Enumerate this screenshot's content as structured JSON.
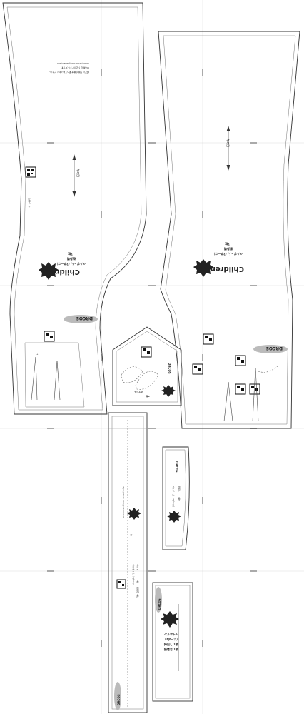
{
  "pieces": {
    "back_pants": {
      "brand": "Childrens",
      "size": "120",
      "name": "ベルボトム（2ダーツ）",
      "part": "後身頃",
      "count": "2枚",
      "grain": "布の目",
      "logo": "DRCOS",
      "note_lines": [
        "補正は 型紙の端を使ってお入れください。",
        "中心線は下記のアドレスです。",
        "https://drcos.com/pattern/120"
      ]
    },
    "front_pants": {
      "brand": "Childrens",
      "size": "120",
      "name": "ベルボトム（2ダーツ）",
      "part": "前身頃",
      "count": "2枚",
      "grain": "布の目",
      "logo": "DRCOS"
    },
    "pocket": {
      "name": "ポケット",
      "count": "2枚",
      "logo": "DRCOS",
      "size": "120"
    },
    "belt": {
      "name": "ベルボトム（2ダーツ）",
      "part": "ベルト",
      "count": "1枚",
      "interlining": "接着芯 1枚",
      "logo": "DRCOS",
      "size": "120",
      "fold": "わ",
      "url": "https://drcos.com/pattern/120"
    },
    "facing": {
      "name": "ベルボトム（2ダーツ）",
      "part": "見返し",
      "count": "1枚",
      "logo": "DRCOS",
      "size": "120"
    },
    "flap": {
      "name": "ベルボトム",
      "name2": "（2ダーツ）",
      "part": "持出し 1枚",
      "interlining": "接着芯 1枚",
      "logo": "DRCOS",
      "size": "120"
    }
  },
  "grid_label": "ページ番号"
}
